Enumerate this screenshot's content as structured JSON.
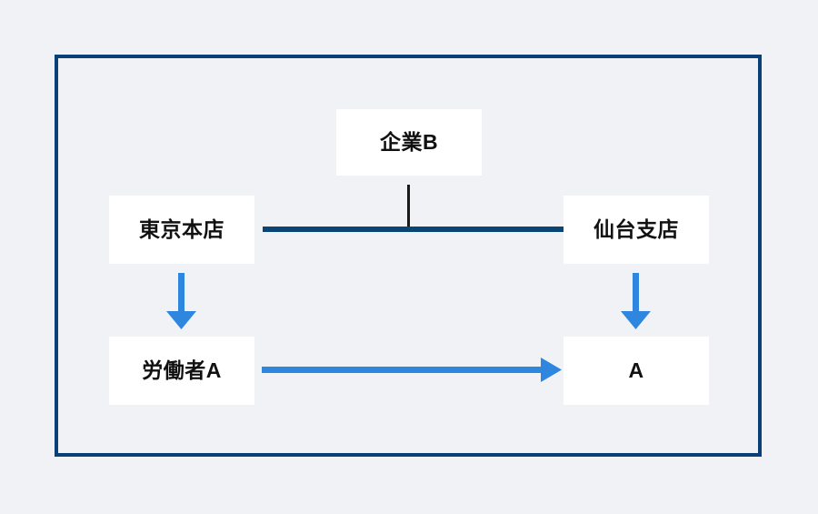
{
  "diagram": {
    "background_color": "#f0f2f5",
    "frame_color": "#0a4077",
    "navy_line_color": "#0a4675",
    "arrow_color": "#2e86de",
    "stem_color": "#1a1a1a",
    "box_fill": "#ffffff",
    "text_color": "#111111",
    "nodes": {
      "company_b": "企業B",
      "tokyo_head_office": "東京本店",
      "sendai_branch": "仙台支店",
      "worker_a": "労働者A",
      "a": "A"
    },
    "connectors": [
      {
        "name": "company-b-to-offices-line",
        "type": "plain-line",
        "orientation": "vertical",
        "color": "#1a1a1a",
        "from": "企業B",
        "to": "東京本店—仙台支店 line"
      },
      {
        "name": "tokyo-to-sendai-line",
        "type": "plain-line",
        "orientation": "horizontal",
        "color": "#0a4675",
        "from": "東京本店",
        "to": "仙台支店"
      },
      {
        "name": "tokyo-to-worker-arrow",
        "type": "arrow",
        "orientation": "down",
        "color": "#2e86de",
        "from": "東京本店",
        "to": "労働者A"
      },
      {
        "name": "sendai-to-a-arrow",
        "type": "arrow",
        "orientation": "down",
        "color": "#2e86de",
        "from": "仙台支店",
        "to": "A"
      },
      {
        "name": "worker-to-a-arrow",
        "type": "arrow",
        "orientation": "right",
        "color": "#2e86de",
        "from": "労働者A",
        "to": "A"
      }
    ]
  }
}
